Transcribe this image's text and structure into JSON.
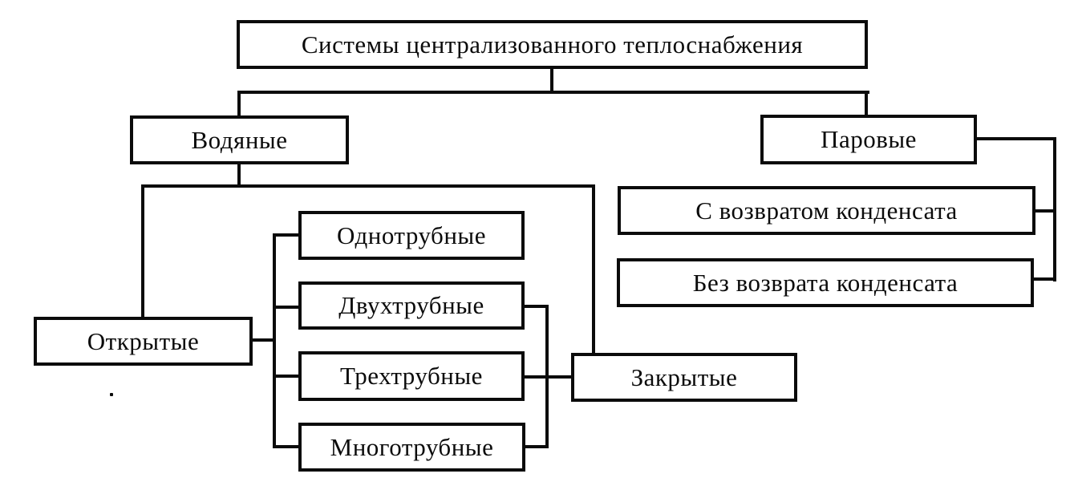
{
  "diagram": {
    "type": "hierarchy-flowchart",
    "language": "ru",
    "nodes": {
      "root": {
        "label": "Системы централизованного теплоснабжения"
      },
      "water": {
        "label": "Водяные"
      },
      "steam": {
        "label": "Паровые"
      },
      "with_return": {
        "label": "С возвратом конденсата"
      },
      "without_return": {
        "label": "Без возврата конденсата"
      },
      "open": {
        "label": "Открытые"
      },
      "single_pipe": {
        "label": "Однотрубные"
      },
      "two_pipe": {
        "label": "Двухтрубные"
      },
      "three_pipe": {
        "label": "Трехтрубные"
      },
      "multi_pipe": {
        "label": "Многотрубные"
      },
      "closed": {
        "label": "Закрытые"
      }
    },
    "edges": [
      [
        "root",
        "water"
      ],
      [
        "root",
        "steam"
      ],
      [
        "steam",
        "with_return"
      ],
      [
        "steam",
        "without_return"
      ],
      [
        "water",
        "open"
      ],
      [
        "water",
        "closed"
      ],
      [
        "open",
        "single_pipe"
      ],
      [
        "open",
        "two_pipe"
      ],
      [
        "open",
        "three_pipe"
      ],
      [
        "open",
        "multi_pipe"
      ],
      [
        "closed",
        "two_pipe"
      ],
      [
        "closed",
        "three_pipe"
      ],
      [
        "closed",
        "multi_pipe"
      ]
    ],
    "colors": {
      "ink": "#0b0b0b",
      "paper": "#ffffff"
    }
  }
}
